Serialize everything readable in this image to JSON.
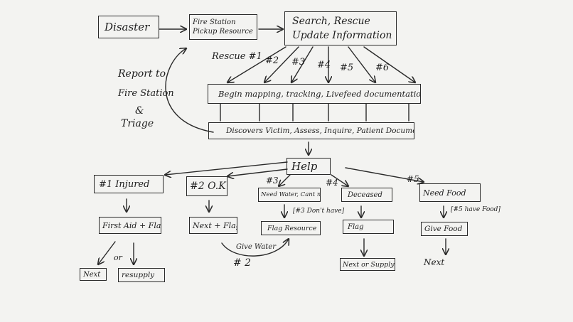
{
  "boxes": {
    "disaster": "Disaster",
    "fire_station_line1": "Fire Station",
    "fire_station_line2": "Pickup Resource",
    "search_line1": "Search, Rescue",
    "search_line2": "Update Information",
    "mapping": "Begin mapping, tracking, Livefeed documentation",
    "discovers": "Discovers Victim, Assess, Inquire, Patient Document",
    "help": "Help",
    "injured": "#1 Injured",
    "ok": "#2 O.K",
    "need_water": "Need Water, Cant move",
    "deceased": "Deceased",
    "need_food": "Need Food",
    "first_aid": "First Aid + Flag",
    "next_flag": "Next + Flag",
    "flag_resource": "Flag Resource",
    "flag": "Flag",
    "give_food": "Give Food",
    "next": "Next",
    "resupply": "resupply",
    "next_or_supply": "Next or Supply"
  },
  "labels": {
    "report_line1": "Report to",
    "report_line2": "Fire Station",
    "report_line3": "&",
    "report_line4": "Triage",
    "rescue1": "Rescue #1",
    "r2": "#2",
    "r3": "#3",
    "r4": "#4",
    "r5": "#5",
    "r6": "#6",
    "h3": "#3",
    "h4": "#4",
    "h5": "#5",
    "or": "or",
    "dont_have": "[#3 Don't have]",
    "have_food": "[#5 have Food]",
    "give_water": "Give Water",
    "num2": "# 2",
    "next_final": "Next"
  },
  "colors": {
    "ink": "#2a2a2a",
    "paper": "#f3f3f1"
  }
}
